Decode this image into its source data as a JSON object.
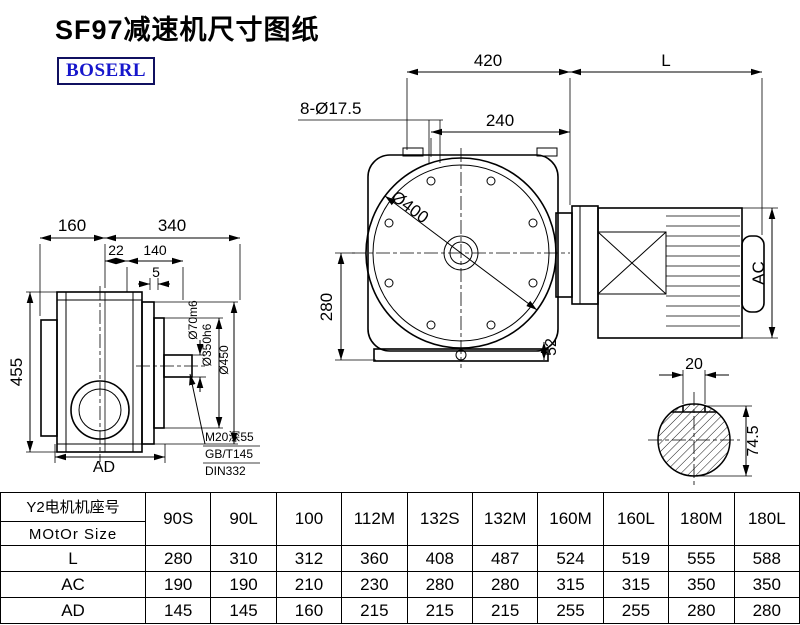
{
  "page": {
    "title": "SF97减速机尺寸图纸",
    "logo": "BOSERL"
  },
  "colors": {
    "logo_text": "#1616cc",
    "logo_border": "#101060",
    "line": "#000000"
  },
  "drawing": {
    "front": {
      "dim_420": "420",
      "dim_L": "L",
      "bolt_note": "8-Ø17.5",
      "dim_240": "240",
      "dim_d400": "Ø400",
      "dim_280": "280",
      "dim_52": "52",
      "dim_AC": "AC"
    },
    "side": {
      "dim_160": "160",
      "dim_340": "340",
      "dim_22": "22",
      "dim_140": "140",
      "dim_5": "5",
      "dim_455": "455",
      "dim_AD": "AD",
      "dim_d70": "Ø70m6",
      "dim_d350": "Ø350h6",
      "dim_d450": "Ø450",
      "note_tap": "M20深55",
      "note_gb": "GB/T145",
      "note_din": "DIN332"
    },
    "section": {
      "dim_20": "20",
      "dim_745": "74.5"
    }
  },
  "table": {
    "header_cn": "Y2电机机座号",
    "header_en": "MOtOr Size",
    "columns": [
      "90S",
      "90L",
      "100",
      "112M",
      "132S",
      "132M",
      "160M",
      "160L",
      "180M",
      "180L"
    ],
    "rows": [
      {
        "label": "L",
        "values": [
          "280",
          "310",
          "312",
          "360",
          "408",
          "487",
          "524",
          "519",
          "555",
          "588"
        ]
      },
      {
        "label": "AC",
        "values": [
          "190",
          "190",
          "210",
          "230",
          "280",
          "280",
          "315",
          "315",
          "350",
          "350"
        ]
      },
      {
        "label": "AD",
        "values": [
          "145",
          "145",
          "160",
          "215",
          "215",
          "215",
          "255",
          "255",
          "280",
          "280"
        ]
      }
    ]
  }
}
